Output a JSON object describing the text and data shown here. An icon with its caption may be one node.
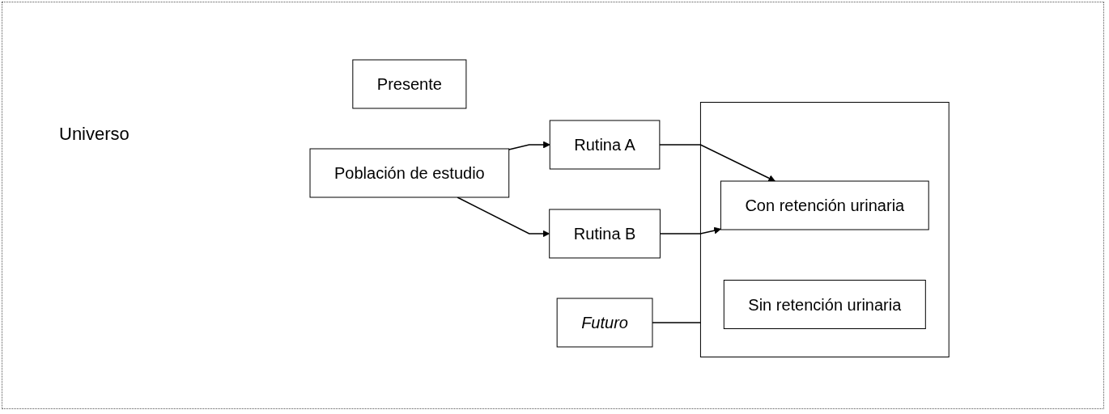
{
  "diagram": {
    "nodes": [
      {
        "text": [
          "Presente"
        ]
      },
      {
        "text": [
          "Futuro"
        ]
      },
      {
        "text": [
          "Población de estudio"
        ]
      },
      {
        "text": [
          "Rutina A"
        ]
      },
      {
        "text": [
          "Rutina B"
        ]
      },
      {
        "text": [],
        "shape": "box"
      },
      {
        "text": [
          "Con retención urinaria"
        ],
        "in": 5
      },
      {
        "text": [
          "Sin retención urinaria"
        ],
        "in": 5
      }
    ],
    "edges": [
      {
        "from": 2,
        "to": 3,
        "arrow": "to"
      },
      {
        "from": 2,
        "to": 4,
        "arrow": "to"
      },
      {
        "from": 3,
        "to": 6,
        "arrow": "to"
      },
      {
        "from": 4,
        "to": 6,
        "arrow": "to"
      },
      {
        "from": 1,
        "to": 5,
        "arrow": "none"
      }
    ],
    "labels": [
      "Universo"
    ]
  }
}
